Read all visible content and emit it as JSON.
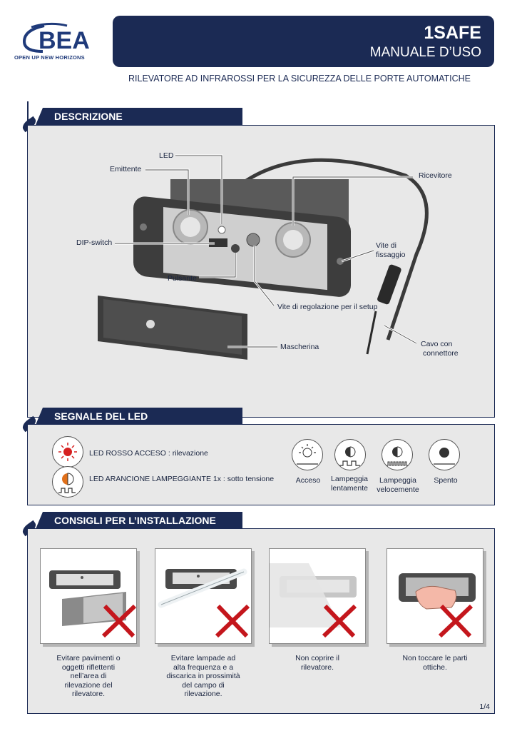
{
  "header": {
    "brand": "BEA",
    "tagline": "OPEN UP NEW HORIZONS",
    "product": "1SAFE",
    "doc_type": "MANUALE D’USO",
    "subtitle": "RILEVATORE AD INFRAROSSI PER LA SICUREZZA DELLE PORTE AUTOMATICHE"
  },
  "description": {
    "heading": "DESCRIZIONE",
    "labels": {
      "led": "LED",
      "emitter": "Emittente",
      "receiver": "Ricevitore",
      "dip": "DIP-switch",
      "screw_line1": "Vite di",
      "screw_line2": "fissaggio",
      "button": "Pulsante",
      "setup_screw": "Vite di regolazione per il setup",
      "mask": "Mascherina",
      "cable_line1": "Cavo con",
      "cable_line2": "connettore"
    }
  },
  "led_signal": {
    "heading": "SEGNALE DEL LED",
    "red": "LED ROSSO ACCESO : rilevazione",
    "orange": "LED ARANCIONE LAMPEGGIANTE 1x : sotto tensione",
    "states": [
      {
        "line1": "Acceso",
        "line2": ""
      },
      {
        "line1": "Lampeggia",
        "line2": "lentamente"
      },
      {
        "line1": "Lampeggia",
        "line2": "velocemente"
      },
      {
        "line1": "Spento",
        "line2": ""
      }
    ],
    "colors": {
      "red": "#d62020",
      "orange": "#e0701a"
    }
  },
  "installation": {
    "heading": "CONSIGLI PER L’INSTALLAZIONE",
    "tips": [
      [
        "Evitare pavimenti o",
        "oggetti riflettenti",
        "nell’area di",
        "rilevazione del",
        "rilevatore."
      ],
      [
        "Evitare lampade ad",
        "alta frequenza e a",
        "discarica in prossimità",
        "del campo di",
        "rilevazione."
      ],
      [
        "Non coprire il",
        "rilevatore."
      ],
      [
        "Non toccare le parti",
        "ottiche."
      ]
    ],
    "cross_color": "#c4161c"
  },
  "footer": {
    "page": "1/4"
  },
  "colors": {
    "navy": "#1b2a54",
    "panel": "#e8e8e8"
  }
}
